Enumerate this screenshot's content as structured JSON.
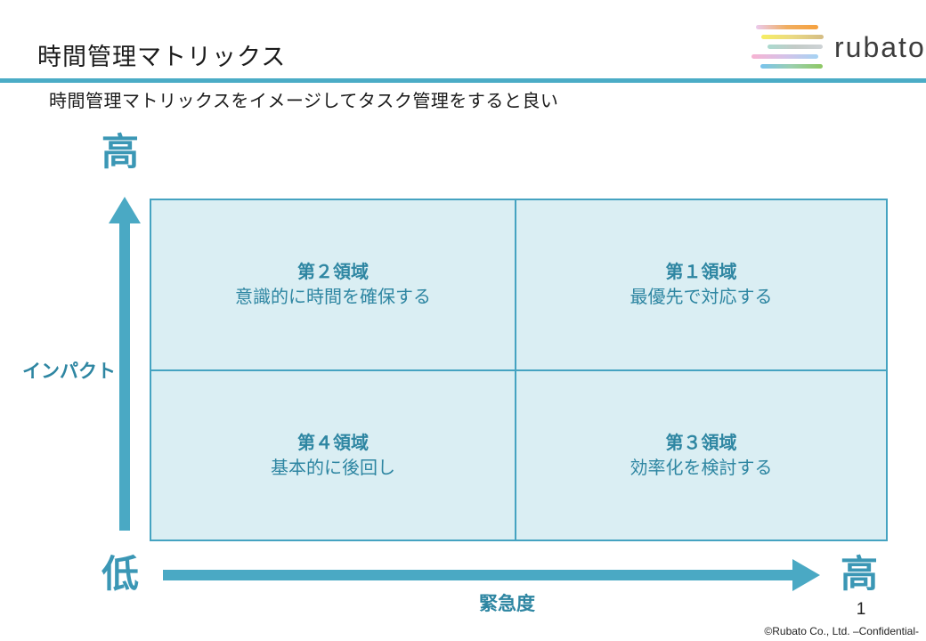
{
  "slide": {
    "title": "時間管理マトリックス",
    "subtitle": "時間管理マトリックスをイメージしてタスク管理をすると良い",
    "page_number": "1",
    "footer": "©Rubato Co., Ltd. –Confidential-"
  },
  "logo": {
    "text": "rubato",
    "stripe_colors": [
      [
        "#ebcaee",
        "#f0ae60",
        "#f6a13e"
      ],
      [
        "#f6ee62",
        "#ead983",
        "#d4bd85"
      ],
      [
        "#abdacf",
        "#c3cbc7",
        "#ced3d6"
      ],
      [
        "#f7b3d2",
        "#d5c2e8",
        "#a5d3f3"
      ],
      [
        "#79c3ee",
        "#9bcfae",
        "#8ec863"
      ]
    ]
  },
  "colors": {
    "accent_teal": "#4bacc6",
    "teal_text": "#2e86a2",
    "matrix_fill": "#daeef3",
    "matrix_border": "#45a3c1"
  },
  "matrix": {
    "quadrants": [
      {
        "position": "top-left",
        "title": "第２領域",
        "description": "意識的に時間を確保する"
      },
      {
        "position": "top-right",
        "title": "第１領域",
        "description": "最優先で対応する"
      },
      {
        "position": "bottom-left",
        "title": "第４領域",
        "description": "基本的に後回し"
      },
      {
        "position": "bottom-right",
        "title": "第３領域",
        "description": "効率化を検討する"
      }
    ],
    "y_axis": {
      "label": "インパクト",
      "high": "高",
      "low": "低"
    },
    "x_axis": {
      "label": "緊急度",
      "high": "高"
    }
  }
}
